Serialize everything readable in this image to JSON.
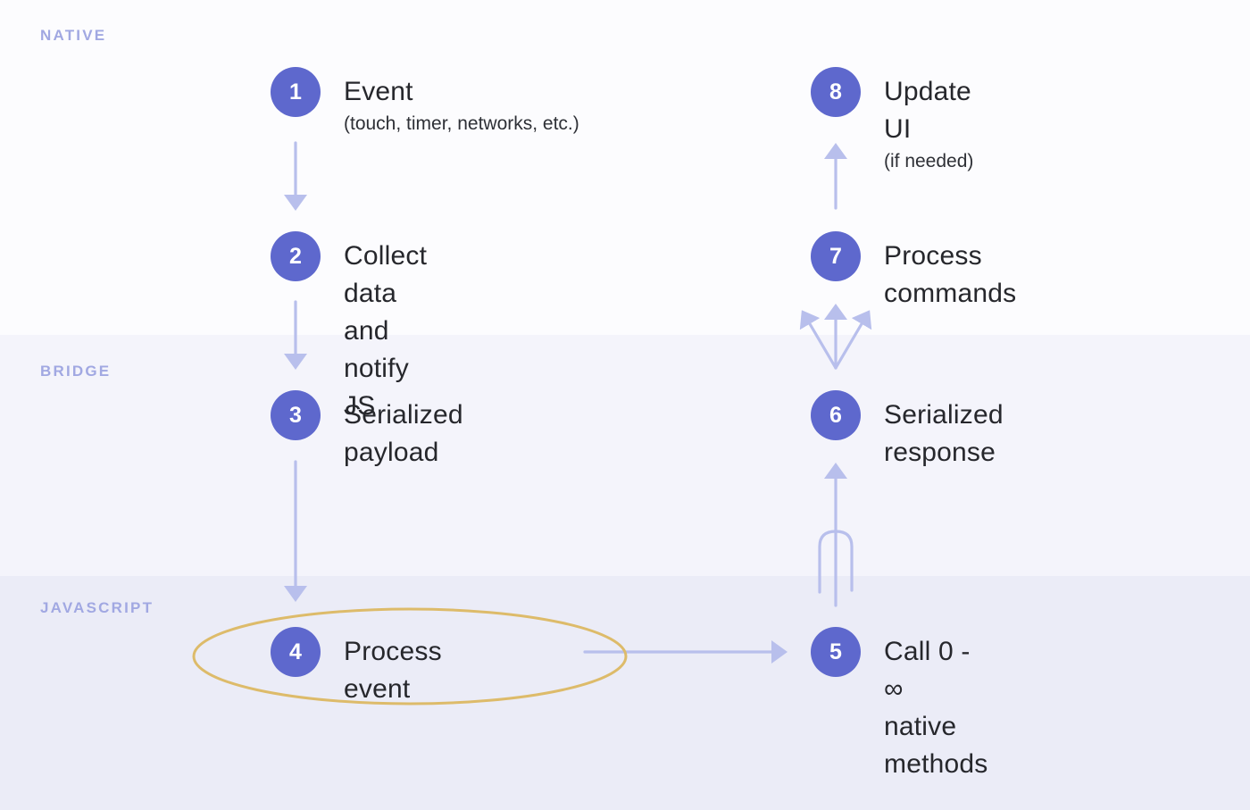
{
  "colors": {
    "step_circle": "#5e68cd",
    "step_number": "#ffffff",
    "arrow": "#b8bfec",
    "highlight_ring": "#ddbb6a",
    "band_label": "#a1a8e2",
    "title_text": "#26272c",
    "subtitle_text": "#2e3036",
    "band_native_bg": "#fcfcfe",
    "band_bridge_bg": "#f4f4fb",
    "band_javascript_bg": "#ebecf7"
  },
  "bands": [
    {
      "label": "NATIVE"
    },
    {
      "label": "BRIDGE"
    },
    {
      "label": "JAVASCRIPT"
    }
  ],
  "steps": [
    {
      "num": "1",
      "title": "Event",
      "subtitle": "(touch, timer, networks, etc.)"
    },
    {
      "num": "2",
      "title": "Collect data and notify JS"
    },
    {
      "num": "3",
      "title": "Serialized payload"
    },
    {
      "num": "4",
      "title": "Process event",
      "highlighted": "true"
    },
    {
      "num": "5",
      "title": "Call 0 - ∞\nnative methods"
    },
    {
      "num": "6",
      "title": "Serialized response"
    },
    {
      "num": "7",
      "title": "Process commands"
    },
    {
      "num": "8",
      "title": "Update UI",
      "subtitle": "(if needed)"
    }
  ],
  "arrows": [
    {
      "from": "1",
      "to": "2",
      "direction": "down"
    },
    {
      "from": "2",
      "to": "3",
      "direction": "down"
    },
    {
      "from": "3",
      "to": "4",
      "direction": "down"
    },
    {
      "from": "4",
      "to": "5",
      "direction": "right"
    },
    {
      "from": "5",
      "to": "6",
      "direction": "up",
      "style": "merge-many-into-one"
    },
    {
      "from": "6",
      "to": "7",
      "direction": "up",
      "style": "fan-out-three"
    },
    {
      "from": "7",
      "to": "8",
      "direction": "up"
    }
  ]
}
